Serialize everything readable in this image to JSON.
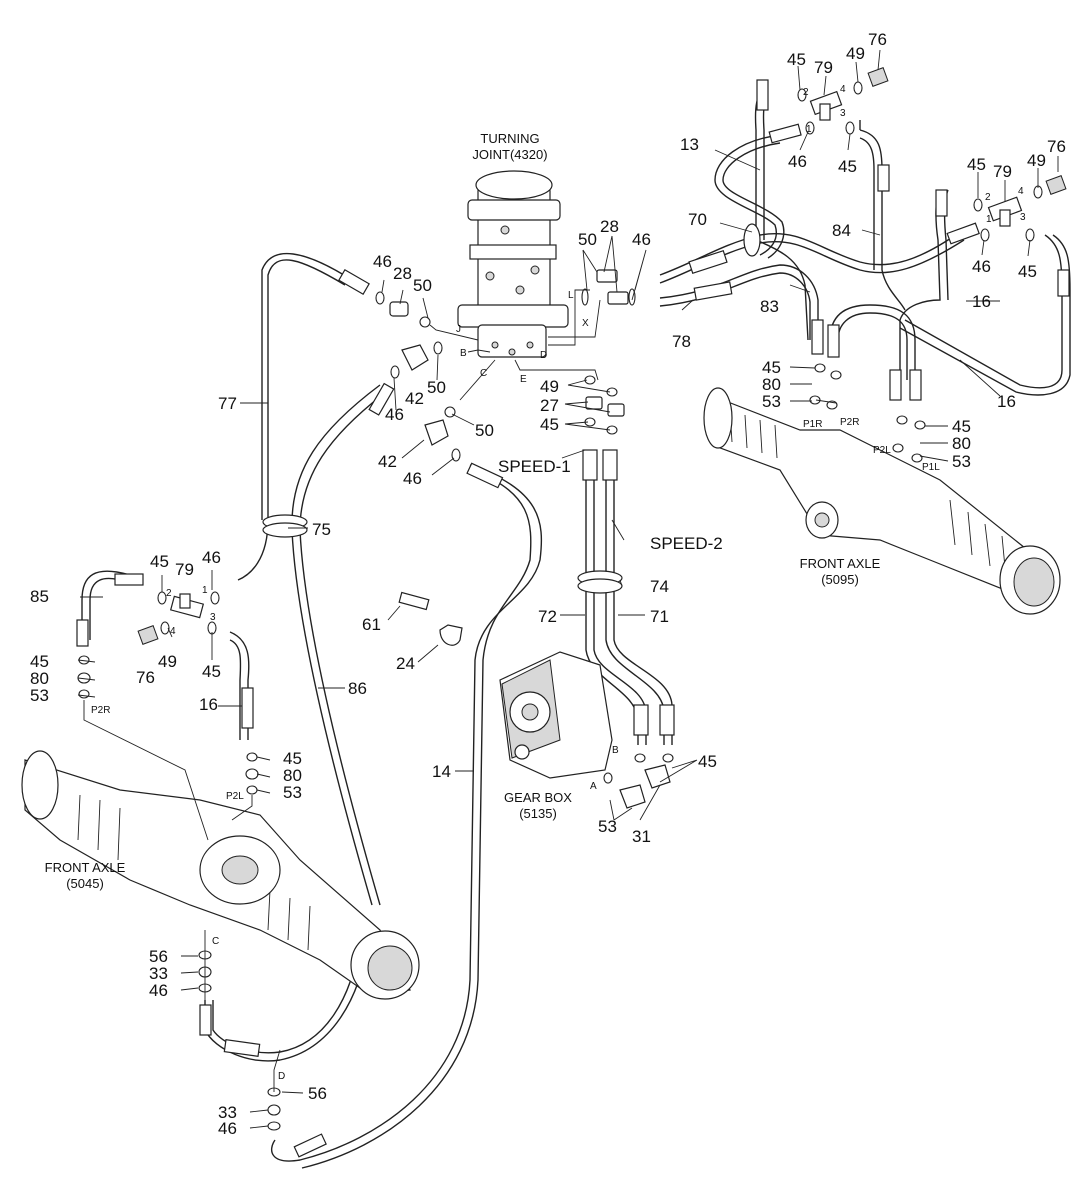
{
  "diagram": {
    "assemblies": {
      "turning_joint": [
        "TURNING",
        "JOINT(4320)"
      ],
      "gear_box": [
        "GEAR BOX",
        "(5135)"
      ],
      "front_axle_right": [
        "FRONT AXLE",
        "(5095)"
      ],
      "front_axle_left": [
        "FRONT AXLE",
        "(5045)"
      ]
    },
    "callouts": [
      {
        "id": "c13",
        "text": "13"
      },
      {
        "id": "c70",
        "text": "70"
      },
      {
        "id": "c84",
        "text": "84"
      },
      {
        "id": "c83",
        "text": "83"
      },
      {
        "id": "c78",
        "text": "78"
      },
      {
        "id": "c16a",
        "text": "16"
      },
      {
        "id": "c16b",
        "text": "16"
      },
      {
        "id": "c16c",
        "text": "16"
      },
      {
        "id": "c45a",
        "text": "45"
      },
      {
        "id": "c79a",
        "text": "79"
      },
      {
        "id": "c49a",
        "text": "49"
      },
      {
        "id": "c76a",
        "text": "76"
      },
      {
        "id": "c46a",
        "text": "46"
      },
      {
        "id": "c45b",
        "text": "45"
      },
      {
        "id": "c45c",
        "text": "45"
      },
      {
        "id": "c79b",
        "text": "79"
      },
      {
        "id": "c49b",
        "text": "49"
      },
      {
        "id": "c76b",
        "text": "76"
      },
      {
        "id": "c46b",
        "text": "46"
      },
      {
        "id": "c45d",
        "text": "45"
      },
      {
        "id": "c45e",
        "text": "45"
      },
      {
        "id": "c80a",
        "text": "80"
      },
      {
        "id": "c53a",
        "text": "53"
      },
      {
        "id": "c45f",
        "text": "45"
      },
      {
        "id": "c80b",
        "text": "80"
      },
      {
        "id": "c53b",
        "text": "53"
      },
      {
        "id": "c50a",
        "text": "50"
      },
      {
        "id": "c28a",
        "text": "28"
      },
      {
        "id": "c46c",
        "text": "46"
      },
      {
        "id": "c46d",
        "text": "46"
      },
      {
        "id": "c28b",
        "text": "28"
      },
      {
        "id": "c50b",
        "text": "50"
      },
      {
        "id": "c77",
        "text": "77"
      },
      {
        "id": "c50c",
        "text": "50"
      },
      {
        "id": "c42a",
        "text": "42"
      },
      {
        "id": "c46e",
        "text": "46"
      },
      {
        "id": "c50d",
        "text": "50"
      },
      {
        "id": "c42b",
        "text": "42"
      },
      {
        "id": "c46f",
        "text": "46"
      },
      {
        "id": "c49c",
        "text": "49"
      },
      {
        "id": "c27",
        "text": "27"
      },
      {
        "id": "c45g",
        "text": "45"
      },
      {
        "id": "c75",
        "text": "75"
      },
      {
        "id": "c45h",
        "text": "45"
      },
      {
        "id": "c79c",
        "text": "79"
      },
      {
        "id": "c46g",
        "text": "46"
      },
      {
        "id": "c85",
        "text": "85"
      },
      {
        "id": "c49d",
        "text": "49"
      },
      {
        "id": "c76c",
        "text": "76"
      },
      {
        "id": "c45i",
        "text": "45"
      },
      {
        "id": "c45j",
        "text": "45"
      },
      {
        "id": "c80c",
        "text": "80"
      },
      {
        "id": "c53c",
        "text": "53"
      },
      {
        "id": "c16d",
        "text": "16"
      },
      {
        "id": "c45k",
        "text": "45"
      },
      {
        "id": "c80d",
        "text": "80"
      },
      {
        "id": "c53d",
        "text": "53"
      },
      {
        "id": "c86",
        "text": "86"
      },
      {
        "id": "c61",
        "text": "61"
      },
      {
        "id": "c24",
        "text": "24"
      },
      {
        "id": "c74",
        "text": "74"
      },
      {
        "id": "c72",
        "text": "72"
      },
      {
        "id": "c71",
        "text": "71"
      },
      {
        "id": "c14",
        "text": "14"
      },
      {
        "id": "c45l",
        "text": "45"
      },
      {
        "id": "c53e",
        "text": "53"
      },
      {
        "id": "c31",
        "text": "31"
      },
      {
        "id": "c56a",
        "text": "56"
      },
      {
        "id": "c33a",
        "text": "33"
      },
      {
        "id": "c46h",
        "text": "46"
      },
      {
        "id": "c56b",
        "text": "56"
      },
      {
        "id": "c33b",
        "text": "33"
      },
      {
        "id": "c46i",
        "text": "46"
      },
      {
        "id": "cspeed1",
        "text": "SPEED-1"
      },
      {
        "id": "cspeed2",
        "text": "SPEED-2"
      }
    ],
    "port_labels": [
      {
        "id": "pJ",
        "text": "J"
      },
      {
        "id": "pB",
        "text": "B"
      },
      {
        "id": "pC",
        "text": "C"
      },
      {
        "id": "pD",
        "text": "D"
      },
      {
        "id": "pE",
        "text": "E"
      },
      {
        "id": "pL",
        "text": "L"
      },
      {
        "id": "pX",
        "text": "X"
      },
      {
        "id": "p1R",
        "text": "P1R"
      },
      {
        "id": "p2R",
        "text": "P2R"
      },
      {
        "id": "p2L",
        "text": "P2L"
      },
      {
        "id": "p1L",
        "text": "P1L"
      },
      {
        "id": "p2Rb",
        "text": "P2R"
      },
      {
        "id": "p2Lb",
        "text": "P2L"
      },
      {
        "id": "pCb",
        "text": "C"
      },
      {
        "id": "pDb",
        "text": "D"
      },
      {
        "id": "pA",
        "text": "A"
      },
      {
        "id": "pBb",
        "text": "B"
      },
      {
        "id": "t1",
        "text": "1"
      },
      {
        "id": "t2",
        "text": "2"
      },
      {
        "id": "t3",
        "text": "3"
      },
      {
        "id": "t4",
        "text": "4"
      },
      {
        "id": "t1b",
        "text": "1"
      },
      {
        "id": "t2b",
        "text": "2"
      },
      {
        "id": "t3b",
        "text": "3"
      },
      {
        "id": "t4b",
        "text": "4"
      },
      {
        "id": "t1c",
        "text": "1"
      },
      {
        "id": "t2c",
        "text": "2"
      },
      {
        "id": "t3c",
        "text": "3"
      },
      {
        "id": "t4c",
        "text": "4"
      }
    ]
  }
}
